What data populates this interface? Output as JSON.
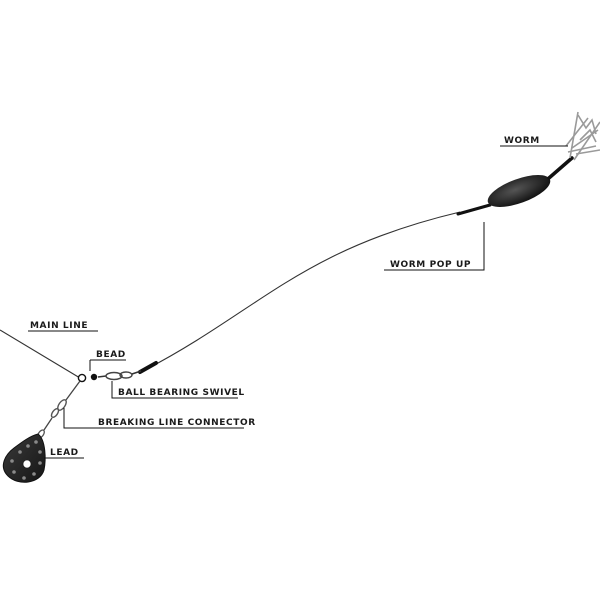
{
  "labels": {
    "worm": "WORM",
    "worm_pop_up": "WORM POP UP",
    "main_line": "MAIN LINE",
    "bead": "BEAD",
    "ball_bearing_swivel": "BALL BEARING SWIVEL",
    "breaking_line_connector": "BREAKING LINE CONNECTOR",
    "lead": "LEAD"
  },
  "colors": {
    "ink": "#111111",
    "lead_body": "#2b2b2b",
    "lead_holes": "#8a8a8a",
    "worm_cage": "#9a9a9a"
  }
}
